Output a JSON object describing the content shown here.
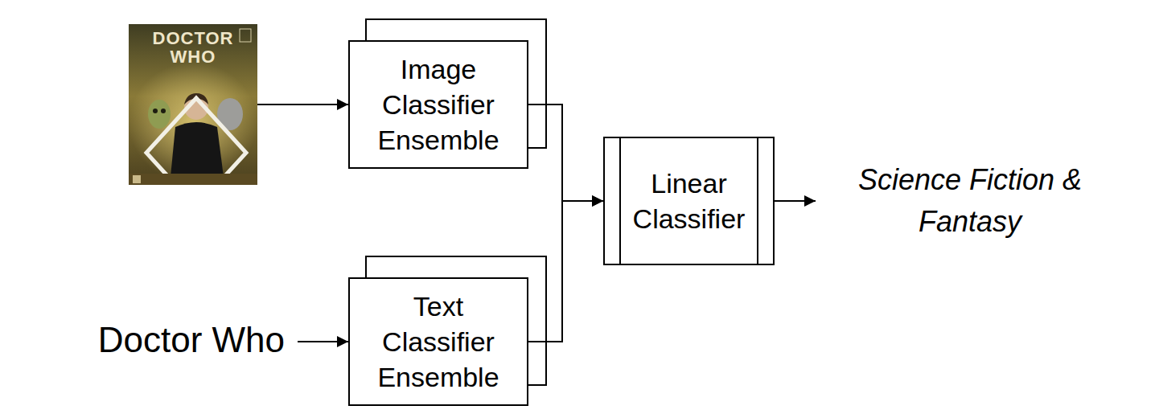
{
  "diagram": {
    "nodes": [
      {
        "text": [
          "DOCTOR WHO"
        ]
      },
      {
        "text": [
          "Image Classifier Ensemble"
        ]
      },
      {
        "text": [
          "Doctor Who"
        ]
      },
      {
        "text": [
          "Text Classifier Ensemble"
        ]
      },
      {
        "text": [
          "Linear Classifier"
        ]
      },
      {
        "text": [
          "Science Fiction & Fantasy"
        ]
      }
    ],
    "edges": [
      {
        "from": 0,
        "to": 1,
        "arrow": "to"
      },
      {
        "from": 2,
        "to": 3,
        "arrow": "to"
      },
      {
        "from": 1,
        "to": 4,
        "arrow": "to"
      },
      {
        "from": 3,
        "to": 4,
        "arrow": "to"
      },
      {
        "from": 4,
        "to": 5,
        "arrow": "to"
      }
    ]
  }
}
